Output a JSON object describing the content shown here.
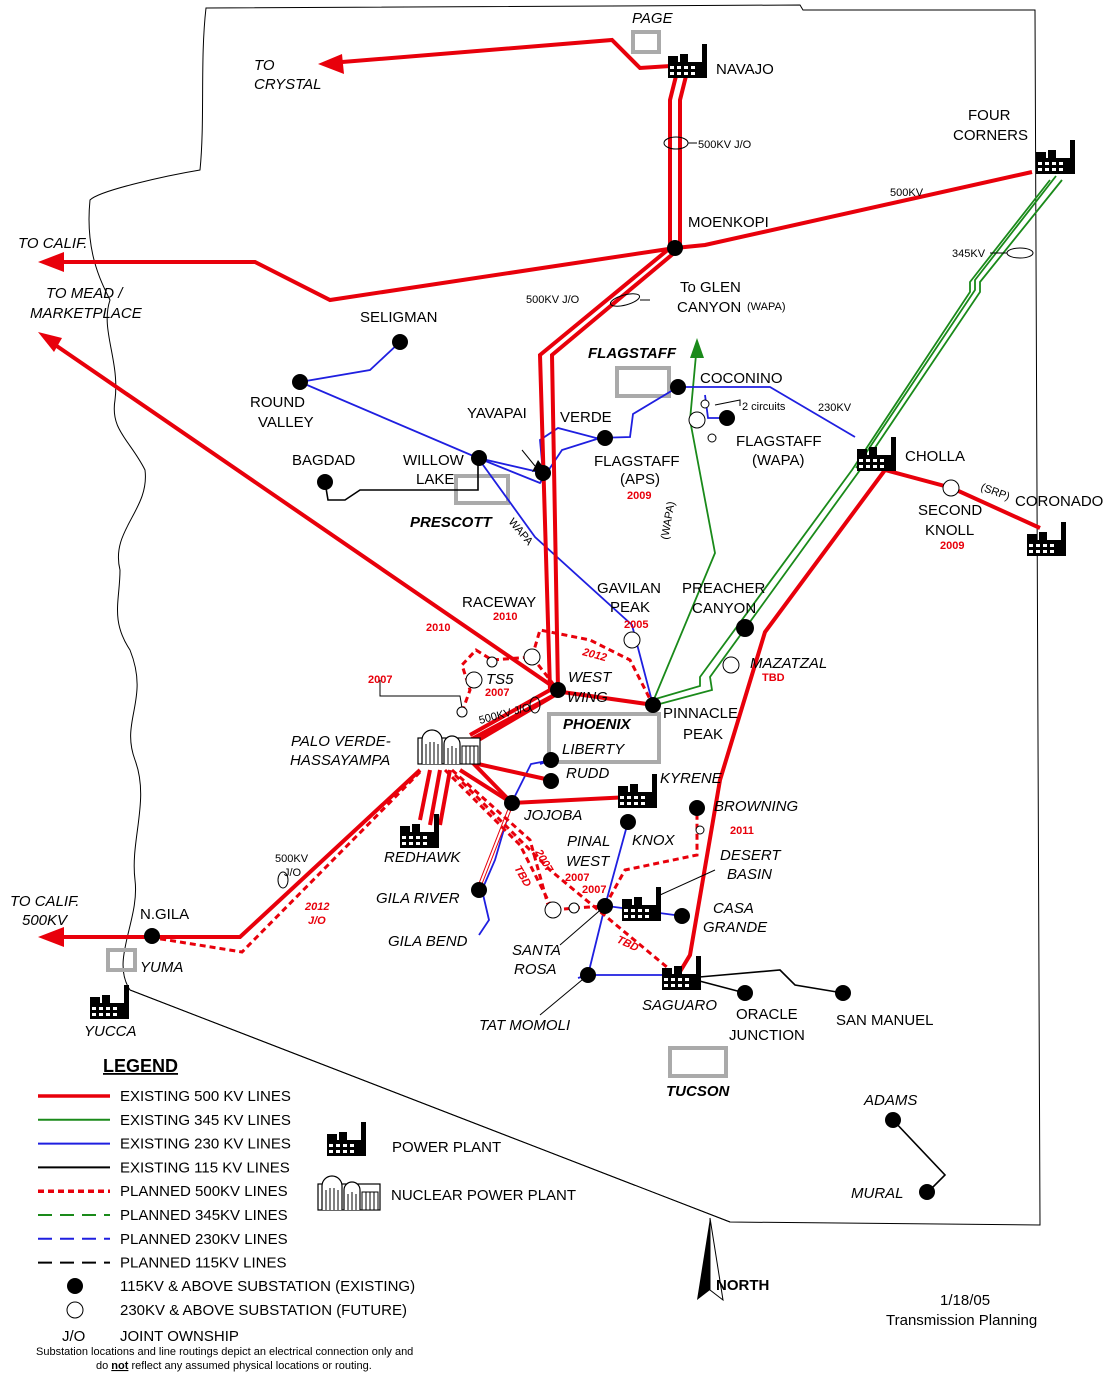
{
  "labels": {
    "page": "PAGE",
    "to_crystal": [
      "TO",
      "CRYSTAL"
    ],
    "navajo": "NAVAJO",
    "four_corners": [
      "FOUR",
      "CORNERS"
    ],
    "kv500jo_top": "500KV J/O",
    "kv500_right": "500KV",
    "moenkopi": "MOENKOPI",
    "to_calif_top": "TO CALIF.",
    "to_mead": [
      "TO MEAD /",
      "MARKETPLACE"
    ],
    "kv500jo_mid": "500KV J/O",
    "to_glen_canyon": [
      "To GLEN",
      "CANYON"
    ],
    "wapa_small": "(WAPA)",
    "kv345": "345KV",
    "seligman": "SELIGMAN",
    "flagstaff_city": "FLAGSTAFF",
    "coconino": "COCONINO",
    "two_circuits": "2 circuits",
    "kv230": "230KV",
    "round_valley": [
      "ROUND",
      "VALLEY"
    ],
    "yavapai": "YAVAPAI",
    "verde": "VERDE",
    "flagstaff_aps": [
      "FLAGSTAFF",
      "(APS)"
    ],
    "flagstaff_aps_year": "2009",
    "flagstaff_wapa": [
      "FLAGSTAFF",
      "(WAPA)"
    ],
    "cholla": "CHOLLA",
    "bagdad": "BAGDAD",
    "willow_lake": [
      "WILLOW",
      "LAKE"
    ],
    "prescott": "PRESCOTT",
    "wapa_line": "WAPA",
    "wapa_line2": "(WAPA)",
    "srp": "(SRP)",
    "second_knoll": [
      "SECOND",
      "KNOLL"
    ],
    "second_knoll_year": "2009",
    "coronado": "CORONADO",
    "gavilan_peak": [
      "GAVILAN",
      "PEAK"
    ],
    "gavilan_year": "2005",
    "preacher_canyon": [
      "PREACHER",
      "CANYON"
    ],
    "raceway": "RACEWAY",
    "raceway_year": "2010",
    "yr_2010_left": "2010",
    "yr_2012_top": "2012",
    "mazatzal": "MAZATZAL",
    "mazatzal_tbd": "TBD",
    "yr_2007_left": "2007",
    "ts5": "TS5",
    "ts5_year": "2007",
    "west_wing": [
      "WEST",
      "WING"
    ],
    "phoenix": "PHOENIX",
    "pinnacle_peak": [
      "PINNACLE",
      "PEAK"
    ],
    "kv500jo_pv": "500KV  J/O",
    "palo_verde": [
      "PALO VERDE-",
      "HASSAYAMPA"
    ],
    "liberty": "LIBERTY",
    "rudd": "RUDD",
    "kyrene": "KYRENE",
    "browning": "BROWNING",
    "jojoba": "JOJOBA",
    "yr_2011": "2011",
    "knox": "KNOX",
    "pinal_west": [
      "PINAL",
      "WEST"
    ],
    "desert_basin": [
      "DESERT",
      "BASIN"
    ],
    "redhawk": "REDHAWK",
    "kv500jo_sw": [
      "500KV",
      "J/O"
    ],
    "yr_2007_a": "2007",
    "tbd_a": "TBD",
    "yr_2007_b": "2007",
    "yr_2007_c": "2007",
    "gila_river": "GILA RIVER",
    "casa_grande": [
      "CASA",
      "GRANDE"
    ],
    "to_calif_500": [
      "TO CALIF.",
      "500KV"
    ],
    "n_gila": "N.GILA",
    "jo_2012": [
      "2012",
      "J/O"
    ],
    "gila_bend": "GILA BEND",
    "santa_rosa": [
      "SANTA",
      "ROSA"
    ],
    "tbd_b": "TBD",
    "yuma": "YUMA",
    "yucca": "YUCCA",
    "saguaro": "SAGUARO",
    "oracle_junction": [
      "ORACLE",
      "JUNCTION"
    ],
    "san_manuel": "SAN MANUEL",
    "tat_momoli": "TAT MOMOLI",
    "tucson": "TUCSON",
    "adams": "ADAMS",
    "mural": "MURAL",
    "north": "NORTH",
    "date": "1/18/05",
    "dept": "Transmission Planning"
  },
  "legend": {
    "title": "LEGEND",
    "lines": [
      {
        "label": "EXISTING 500 KV LINES",
        "color": "#e8000b",
        "style": "solid"
      },
      {
        "label": "EXISTING 345 KV LINES",
        "color": "#1a8a1a",
        "style": "solid"
      },
      {
        "label": "EXISTING 230 KV LINES",
        "color": "#1f1fe0",
        "style": "solid"
      },
      {
        "label": "EXISTING 115 KV LINES",
        "color": "#000000",
        "style": "solid"
      },
      {
        "label": "PLANNED 500KV LINES",
        "color": "#e8000b",
        "style": "dashed"
      },
      {
        "label": "PLANNED 345KV LINES",
        "color": "#1a8a1a",
        "style": "dashed"
      },
      {
        "label": "PLANNED 230KV LINES",
        "color": "#1f1fe0",
        "style": "dashed"
      },
      {
        "label": "PLANNED 115KV LINES",
        "color": "#000000",
        "style": "dashed"
      }
    ],
    "existing_substation": "115KV & ABOVE SUBSTATION (EXISTING)",
    "future_substation": "230KV & ABOVE SUBSTATION (FUTURE)",
    "jo_symbol": "J/O",
    "jo_label": "JOINT OWNSHIP",
    "power_plant": "POWER PLANT",
    "nuclear_power_plant": "NUCLEAR POWER PLANT"
  },
  "disclaimer": {
    "line1": "Substation locations and line routings depict an electrical connection only and",
    "line2_pre": "do ",
    "line2_not": "not",
    "line2_post": " reflect any assumed physical locations or routing."
  }
}
